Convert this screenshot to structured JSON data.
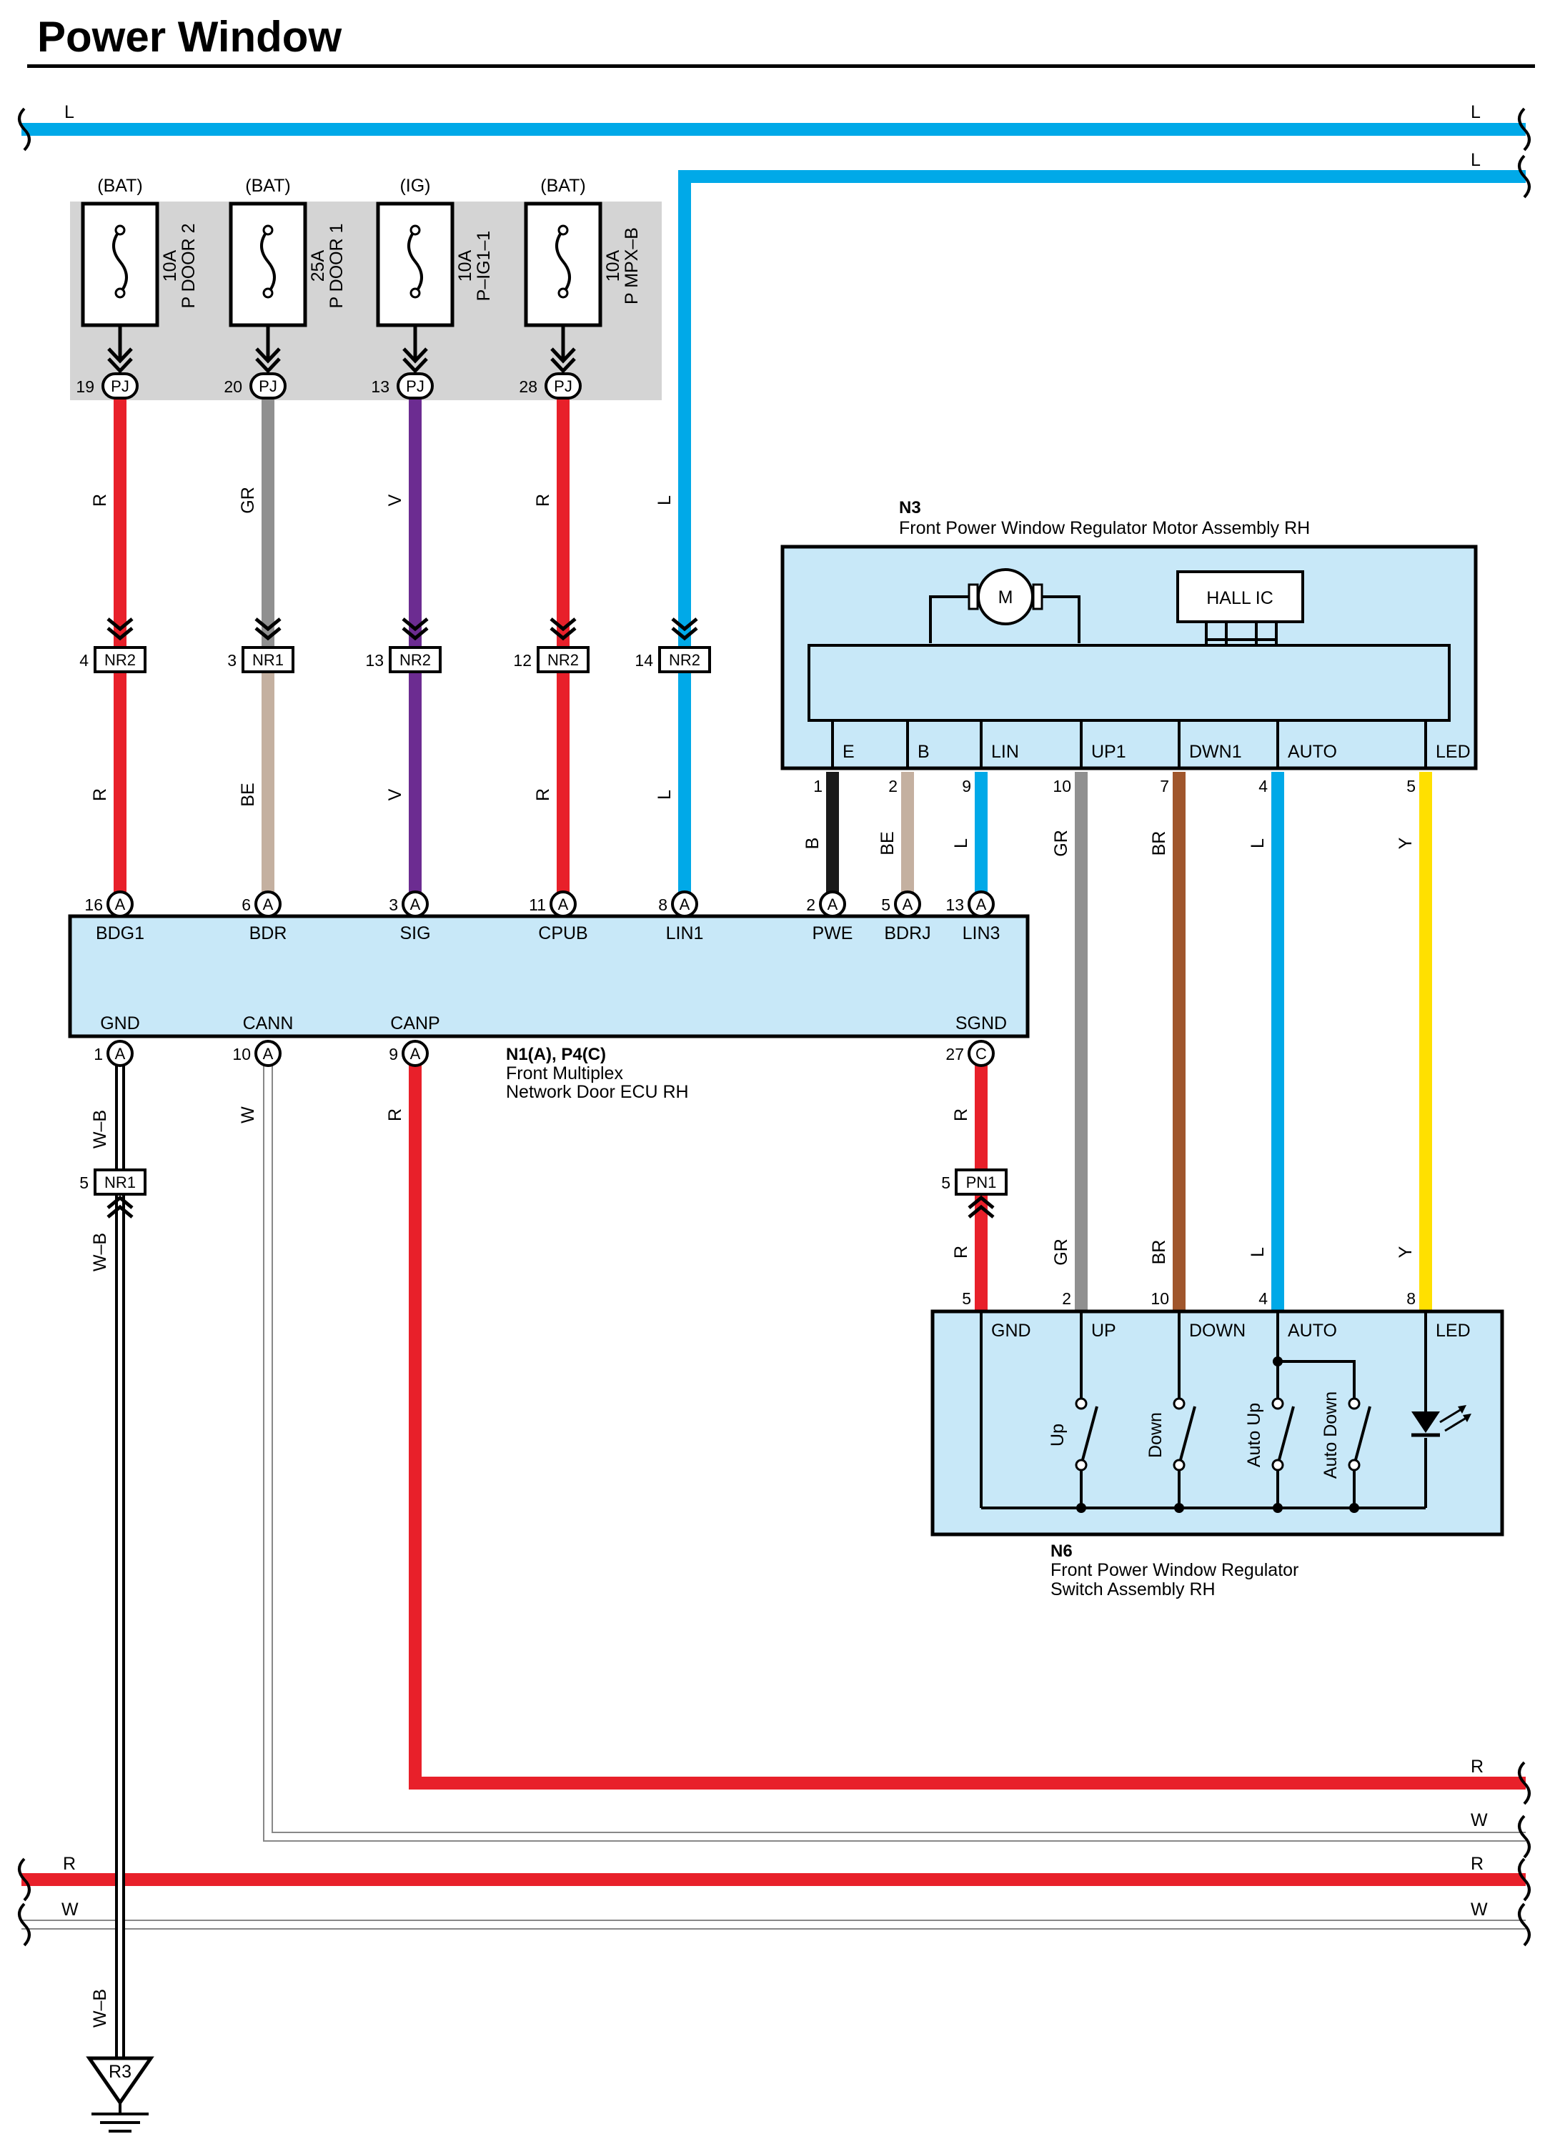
{
  "title": "Power Window",
  "colors": {
    "L": "#00a9e8",
    "R": "#e8202a",
    "GR": "#909090",
    "V": "#6c2c91",
    "BE": "#c4b0a0",
    "B": "#1a1a1a",
    "BR": "#a0562c",
    "Y": "#ffe000",
    "W": "#ffffff",
    "box": "#c8e8f8",
    "fusebox": "#d4d4d4"
  },
  "fuses": [
    {
      "source": "(BAT)",
      "rating": "10A",
      "name": "P DOOR 2",
      "pin": "19",
      "conn": "PJ"
    },
    {
      "source": "(BAT)",
      "rating": "25A",
      "name": "P DOOR 1",
      "pin": "20",
      "conn": "PJ"
    },
    {
      "source": "(IG)",
      "rating": "10A",
      "name": "P–IG1–1",
      "pin": "13",
      "conn": "PJ"
    },
    {
      "source": "(BAT)",
      "rating": "10A",
      "name": "P MPX–B",
      "pin": "28",
      "conn": "PJ"
    }
  ],
  "top_wires": {
    "w1_left": "L",
    "w1_right": "L",
    "w2_right": "L"
  },
  "upper_wire_labels": [
    "R",
    "GR",
    "V",
    "R",
    "L"
  ],
  "nr_connectors": [
    {
      "pin": "4",
      "conn": "NR2"
    },
    {
      "pin": "3",
      "conn": "NR1"
    },
    {
      "pin": "13",
      "conn": "NR2"
    },
    {
      "pin": "12",
      "conn": "NR2"
    },
    {
      "pin": "14",
      "conn": "NR2"
    }
  ],
  "lower_wire_labels": [
    "R",
    "BE",
    "V",
    "R",
    "L"
  ],
  "ecu": {
    "id": "N1(A), P4(C)",
    "name_line1": "Front Multiplex",
    "name_line2": "Network Door ECU RH",
    "top_pins": [
      {
        "num": "16",
        "conn": "A",
        "label": "BDG1"
      },
      {
        "num": "6",
        "conn": "A",
        "label": "BDR"
      },
      {
        "num": "3",
        "conn": "A",
        "label": "SIG"
      },
      {
        "num": "11",
        "conn": "A",
        "label": "CPUB"
      },
      {
        "num": "8",
        "conn": "A",
        "label": "LIN1"
      },
      {
        "num": "2",
        "conn": "A",
        "label": "PWE"
      },
      {
        "num": "5",
        "conn": "A",
        "label": "BDRJ"
      },
      {
        "num": "13",
        "conn": "A",
        "label": "LIN3"
      }
    ],
    "bottom_pins": [
      {
        "num": "1",
        "conn": "A",
        "label": "GND"
      },
      {
        "num": "10",
        "conn": "A",
        "label": "CANN"
      },
      {
        "num": "9",
        "conn": "A",
        "label": "CANP"
      },
      {
        "num": "27",
        "conn": "C",
        "label": "SGND"
      }
    ]
  },
  "motor": {
    "id": "N3",
    "name": "Front Power Window Regulator Motor Assembly RH",
    "motor_symbol": "M",
    "hall_ic": "HALL IC",
    "terminals": [
      {
        "label": "E",
        "pin": "1",
        "wire": "B"
      },
      {
        "label": "B",
        "pin": "2",
        "wire": "BE"
      },
      {
        "label": "LIN",
        "pin": "9",
        "wire": "L"
      },
      {
        "label": "UP1",
        "pin": "10",
        "wire": "GR"
      },
      {
        "label": "DWN1",
        "pin": "7",
        "wire": "BR"
      },
      {
        "label": "AUTO",
        "pin": "4",
        "wire": "L"
      },
      {
        "label": "LED",
        "pin": "5",
        "wire": "Y"
      }
    ]
  },
  "switch": {
    "id": "N6",
    "name_line1": "Front Power Window Regulator",
    "name_line2": "Switch Assembly RH",
    "terminals": [
      {
        "label": "GND",
        "pin": "5",
        "wire": "R"
      },
      {
        "label": "UP",
        "pin": "2",
        "wire": "GR"
      },
      {
        "label": "DOWN",
        "pin": "10",
        "wire": "BR"
      },
      {
        "label": "AUTO",
        "pin": "4",
        "wire": "L"
      },
      {
        "label": "LED",
        "pin": "8",
        "wire": "Y"
      }
    ],
    "contacts": [
      "Up",
      "Down",
      "Auto Up",
      "Auto Down"
    ]
  },
  "gnd_path": {
    "wire_upper": "W–B",
    "conn_pin": "5",
    "conn": "NR1",
    "wire_lower": "W–B",
    "wire_bottom": "W–B",
    "ground_point": "R3"
  },
  "canp_wire": "R",
  "cann_wire": "W",
  "sgnd_path": {
    "wire_upper": "R",
    "conn_pin": "5",
    "conn": "PN1",
    "wire_lower": "R"
  },
  "bottom_bus": {
    "canp_out": "R",
    "cann_out": "W",
    "r_left": "R",
    "r_right": "R",
    "w_left": "W",
    "w_right": "W"
  }
}
